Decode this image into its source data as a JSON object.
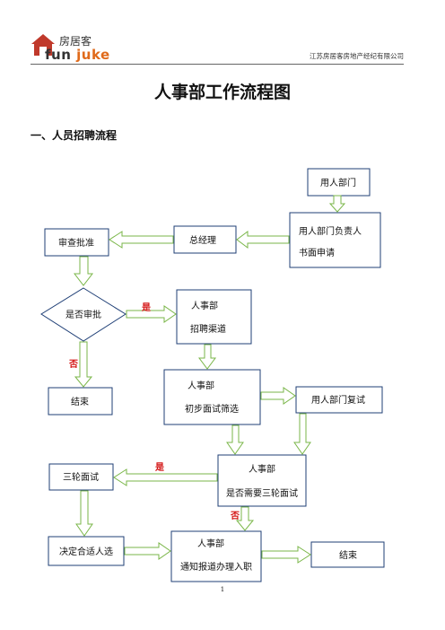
{
  "header": {
    "logo_cn": "房居客",
    "logo_en_part1": "fun",
    "logo_en_part2": "juke",
    "company": "江苏房居客房地产经纪有限公司"
  },
  "title": "人事部工作流程图",
  "section": "一、人员招聘流程",
  "nodes": {
    "user_dept": "用人部门",
    "dept_head_line1": "用人部门负责人",
    "dept_head_line2": "书面申请",
    "gm": "总经理",
    "review": "审查批准",
    "decision": "是否审批",
    "hr1_line1": "人事部",
    "hr1_line2": "招聘渠道",
    "end1": "结束",
    "hr2_line1": "人事部",
    "hr2_line2": "初步面试筛选",
    "dept_retest": "用人部门复试",
    "three_rounds": "三轮面试",
    "hr3_line1": "人事部",
    "hr3_line2": "是否需要三轮面试",
    "choose": "决定合适人选",
    "hr4_line1": "人事部",
    "hr4_line2": "通知报道办理入职",
    "end2": "结束"
  },
  "labels": {
    "yes1": "是",
    "no1": "否",
    "yes2": "是",
    "no2": "否"
  },
  "colors": {
    "box_border": "#1f3f76",
    "arrow_fill": "#ffffff",
    "arrow_stroke": "#7ab648",
    "label_red": "#d41414"
  },
  "page_number": "1"
}
